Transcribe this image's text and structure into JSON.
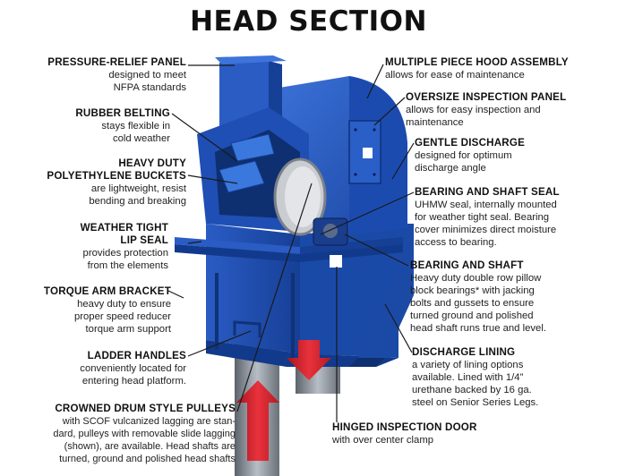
{
  "title": "HEAD SECTION",
  "callouts": {
    "pressure_relief": {
      "heading": "PRESSURE-RELIEF PANEL",
      "lines": [
        "designed to meet",
        "NFPA standards"
      ]
    },
    "rubber_belting": {
      "heading": "RUBBER BELTING",
      "lines": [
        "stays flexible in",
        "cold weather"
      ]
    },
    "buckets": {
      "heading_lines": [
        "HEAVY DUTY",
        "POLYETHYLENE BUCKETS"
      ],
      "lines": [
        "are lightweight, resist",
        "bending and breaking"
      ]
    },
    "lip_seal": {
      "heading_lines": [
        "WEATHER TIGHT",
        "LIP SEAL"
      ],
      "lines": [
        "provides protection",
        "from the elements"
      ]
    },
    "torque_arm": {
      "heading": "TORQUE ARM BRACKET",
      "lines": [
        "heavy duty to ensure",
        "proper speed reducer",
        "torque arm support"
      ]
    },
    "ladder_handles": {
      "heading": "LADDER HANDLES",
      "lines": [
        "conveniently located for",
        "entering head platform."
      ]
    },
    "pulleys": {
      "heading": "CROWNED DRUM STYLE PULLEYS",
      "lines": [
        "with SCOF vulcanized lagging are stan-",
        "dard, pulleys with removable slide lagging",
        "(shown), are available. Head shafts are",
        "turned, ground and polished head shafts"
      ]
    },
    "hood": {
      "heading": "MULTIPLE PIECE HOOD ASSEMBLY",
      "lines": [
        "allows for ease of maintenance"
      ]
    },
    "inspection_panel": {
      "heading": "OVERSIZE INSPECTION PANEL",
      "lines": [
        "allows for easy inspection and",
        "maintenance"
      ]
    },
    "gentle_discharge": {
      "heading": "GENTLE DISCHARGE",
      "lines": [
        "designed for optimum",
        "discharge angle"
      ]
    },
    "bearing_seal": {
      "heading": "BEARING AND SHAFT SEAL",
      "lines": [
        "UHMW seal, internally mounted",
        "for weather tight seal. Bearing",
        "cover minimizes direct moisture",
        "access to bearing."
      ]
    },
    "bearing_shaft": {
      "heading": "BEARING AND SHAFT",
      "lines": [
        "Heavy duty double row pillow",
        "block bearings* with jacking",
        "bolts and gussets to ensure",
        "turned ground and polished",
        "head shaft runs true and level."
      ]
    },
    "discharge_lining": {
      "heading": "DISCHARGE LINING",
      "lines": [
        "a variety of lining options",
        "available. Lined with 1/4”",
        "urethane backed by 16 ga.",
        "steel on Senior Series Legs."
      ]
    },
    "hinged_door": {
      "heading": "HINGED INSPECTION DOOR",
      "lines": [
        "with over center clamp"
      ]
    }
  },
  "colors": {
    "casing_blue": "#1f4fb4",
    "casing_dark": "#123a8c",
    "casing_light": "#3a6fd6",
    "arrow_red": "#d9232e",
    "shaft_gray": "#9aa0a8",
    "leader": "#1a1a1a"
  }
}
